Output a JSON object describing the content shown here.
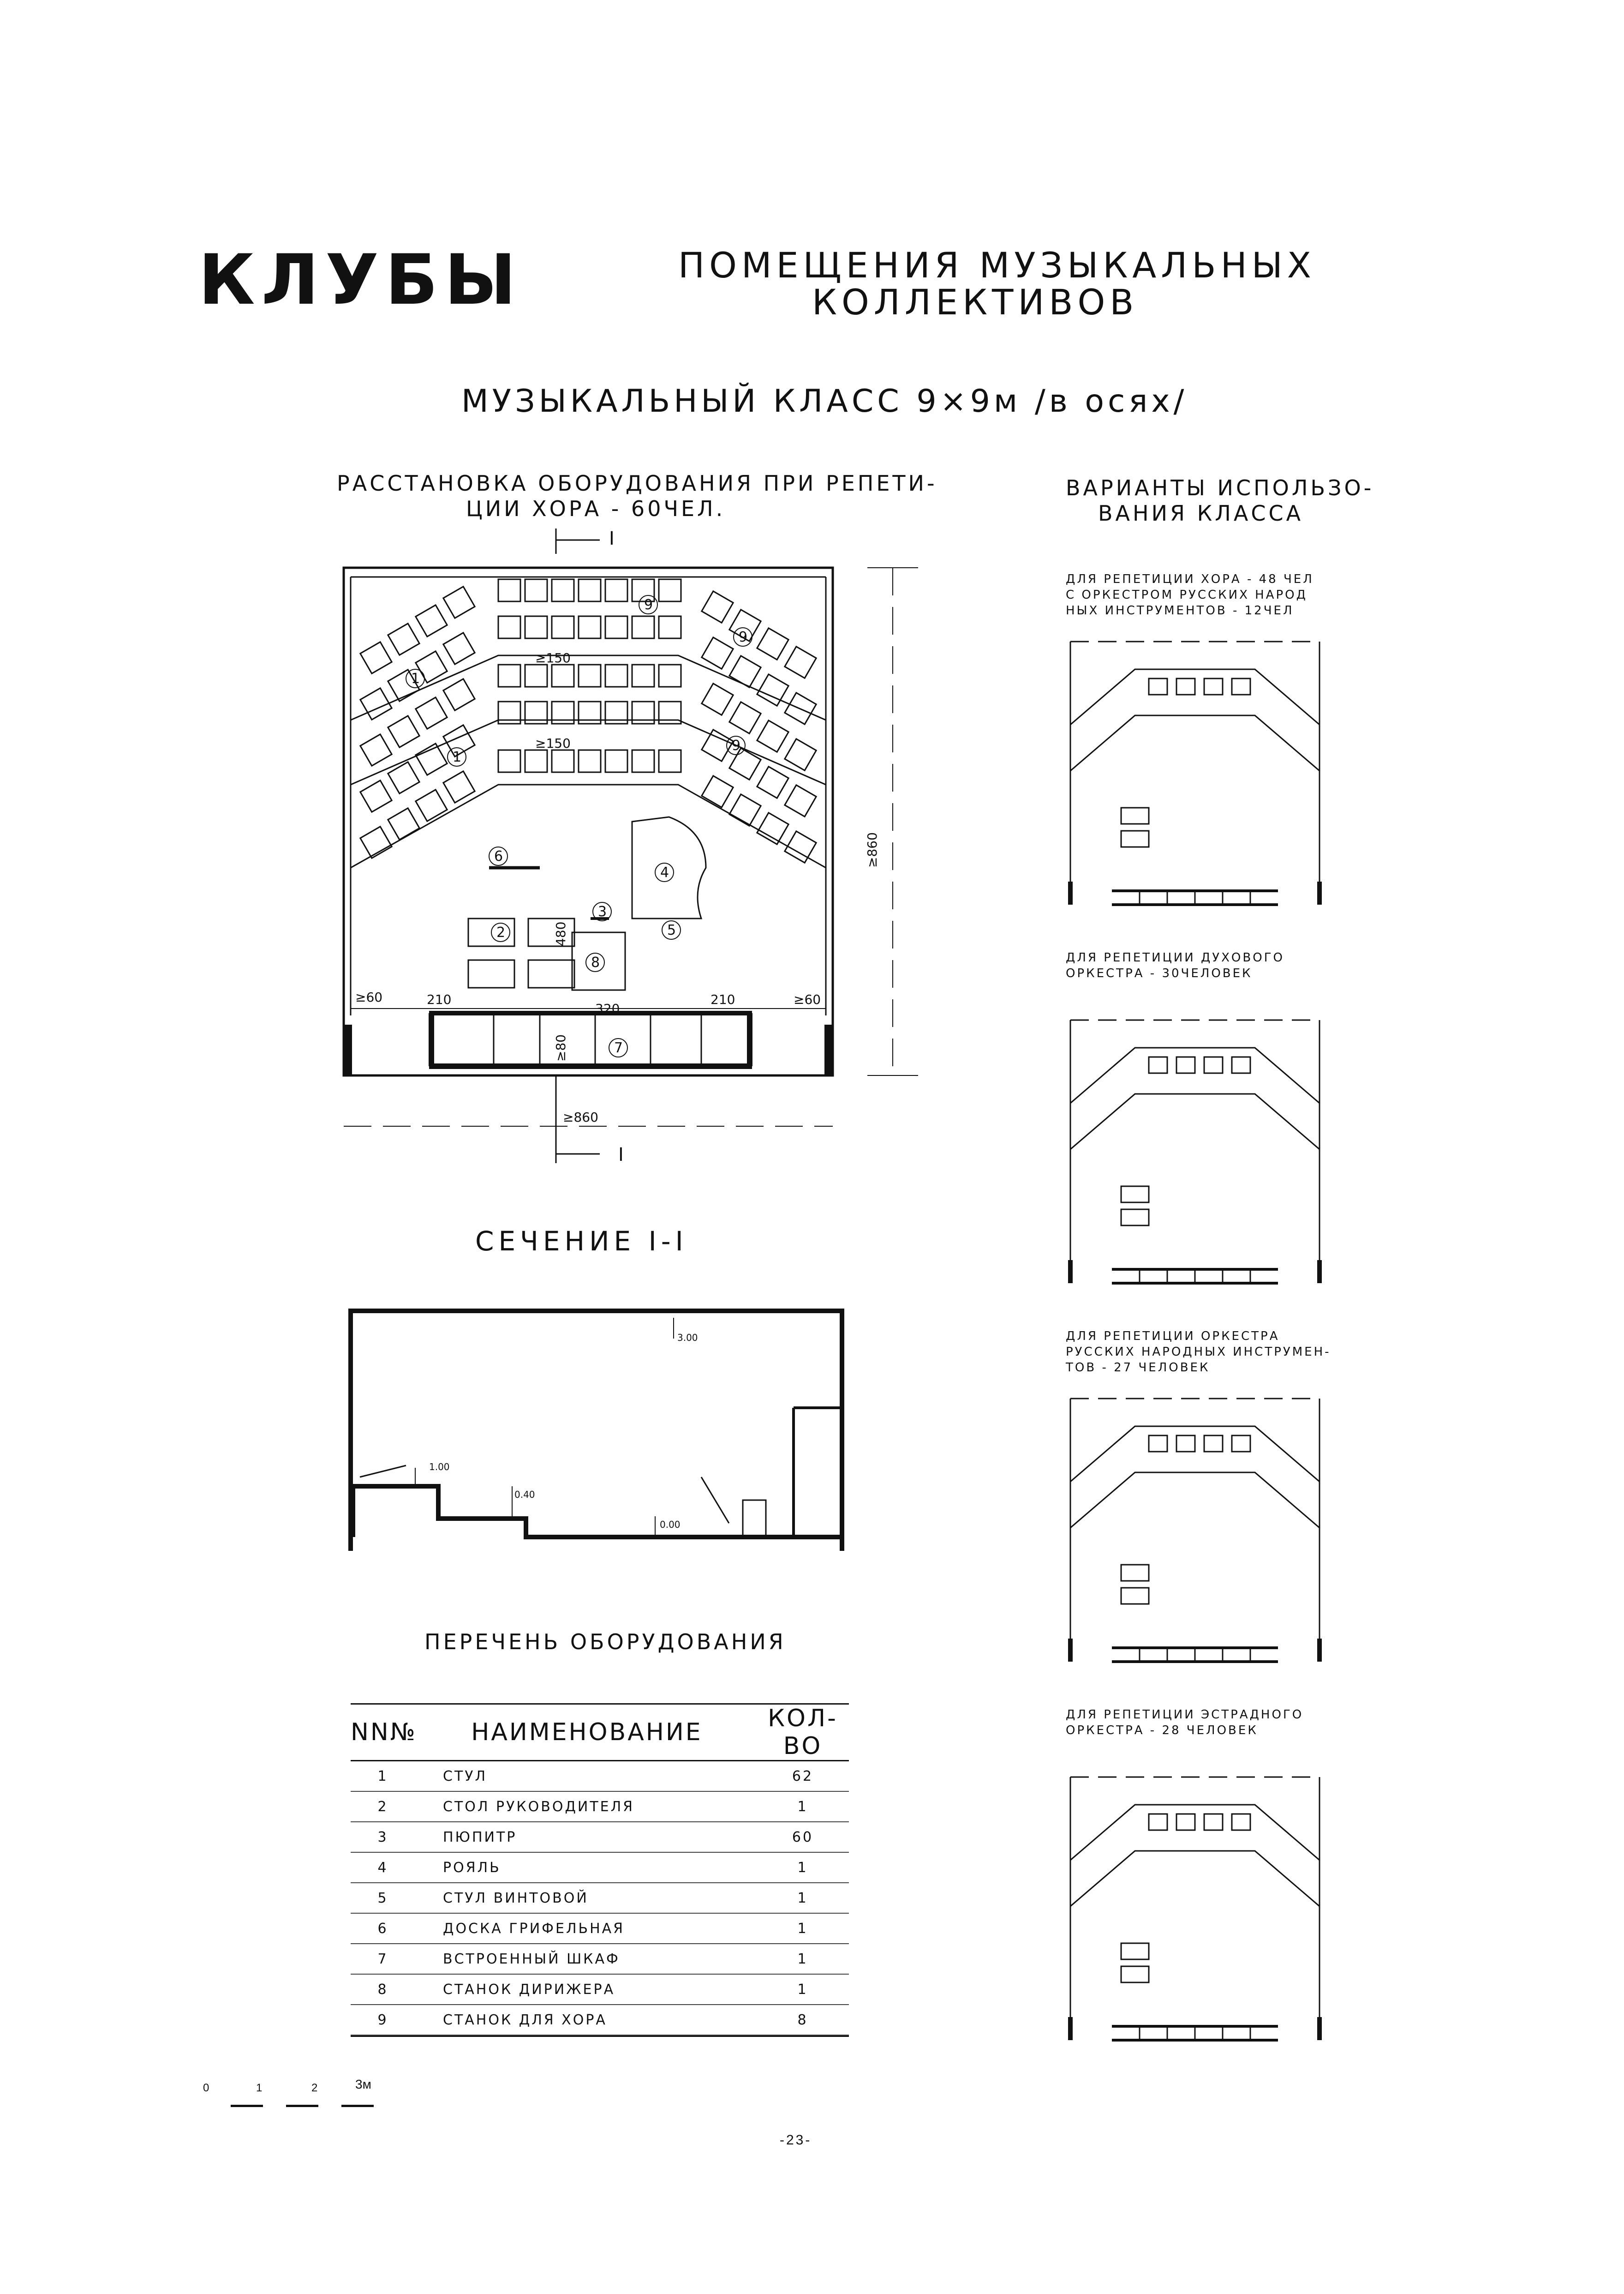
{
  "header": {
    "section": "КЛУБЫ",
    "topic_line1": "ПОМЕЩЕНИЯ МУЗЫКАЛЬНЫХ",
    "topic_line2": "КОЛЛЕКТИВОВ"
  },
  "subtitle": "МУЗЫКАЛЬНЫЙ КЛАСС 9×9м /в осях/",
  "plan": {
    "caption_line1": "РАССТАНОВКА ОБОРУДОВАНИЯ ПРИ РЕПЕТИ-",
    "caption_line2": "ЦИИ ХОРА - 60ЧЕЛ.",
    "section_mark": "I",
    "dims": {
      "row_gap_1": "≥150",
      "row_gap_2": "≥150",
      "side_left": "≥60",
      "side_right": "≥60",
      "seg_left": "210",
      "seg_mid": "320",
      "seg_right": "210",
      "podium_depth": "480",
      "cabinet_depth": "≥80",
      "room_depth": "≥860",
      "room_width": "≥860"
    },
    "labels": [
      "1",
      "1",
      "2",
      "3",
      "4",
      "5",
      "6",
      "7",
      "8",
      "9",
      "9",
      "9"
    ]
  },
  "section_view": {
    "title": "СЕЧЕНИЕ I-I",
    "dims": {
      "ceiling": "3.00",
      "riser_top": "1.00",
      "riser_mid": "0.40",
      "floor": "0.00"
    }
  },
  "equipment": {
    "title": "ПЕРЕЧЕНЬ ОБОРУДОВАНИЯ",
    "headers": [
      "NN№",
      "НАИМЕНОВАНИЕ",
      "КОЛ-ВО"
    ],
    "rows": [
      {
        "n": "1",
        "name": "СТУЛ",
        "qty": "62"
      },
      {
        "n": "2",
        "name": "СТОЛ РУКОВОДИТЕЛЯ",
        "qty": "1"
      },
      {
        "n": "3",
        "name": "ПЮПИТР",
        "qty": "60"
      },
      {
        "n": "4",
        "name": "РОЯЛЬ",
        "qty": "1"
      },
      {
        "n": "5",
        "name": "СТУЛ ВИНТОВОЙ",
        "qty": "1"
      },
      {
        "n": "6",
        "name": "ДОСКА ГРИФЕЛЬНАЯ",
        "qty": "1"
      },
      {
        "n": "7",
        "name": "ВСТРОЕННЫЙ ШКАФ",
        "qty": "1"
      },
      {
        "n": "8",
        "name": "СТАНОК ДИРИЖЕРА",
        "qty": "1"
      },
      {
        "n": "9",
        "name": "СТАНОК ДЛЯ ХОРА",
        "qty": "8"
      }
    ]
  },
  "variants": {
    "title_line1": "ВАРИАНТЫ ИСПОЛЬЗО-",
    "title_line2": "ВАНИЯ КЛАССА",
    "items": [
      {
        "line1": "ДЛЯ РЕПЕТИЦИИ ХОРА - 48 ЧЕЛ",
        "line2": "С ОРКЕСТРОМ РУССКИХ НАРОД",
        "line3": "НЫХ ИНСТРУМЕНТОВ - 12ЧЕЛ"
      },
      {
        "line1": "ДЛЯ РЕПЕТИЦИИ ДУХОВОГО",
        "line2": "ОРКЕСТРА - 30ЧЕЛОВЕК",
        "line3": ""
      },
      {
        "line1": "ДЛЯ РЕПЕТИЦИИ ОРКЕСТРА",
        "line2": "РУССКИХ НАРОДНЫХ ИНСТРУМЕН-",
        "line3": "ТОВ - 27 ЧЕЛОВЕК"
      },
      {
        "line1": "ДЛЯ РЕПЕТИЦИИ ЭСТРАДНОГО",
        "line2": "ОРКЕСТРА - 28 ЧЕЛОВЕК",
        "line3": ""
      }
    ]
  },
  "scale": {
    "labels": [
      "0",
      "1",
      "2",
      "3м"
    ]
  },
  "page_number": "-23-"
}
